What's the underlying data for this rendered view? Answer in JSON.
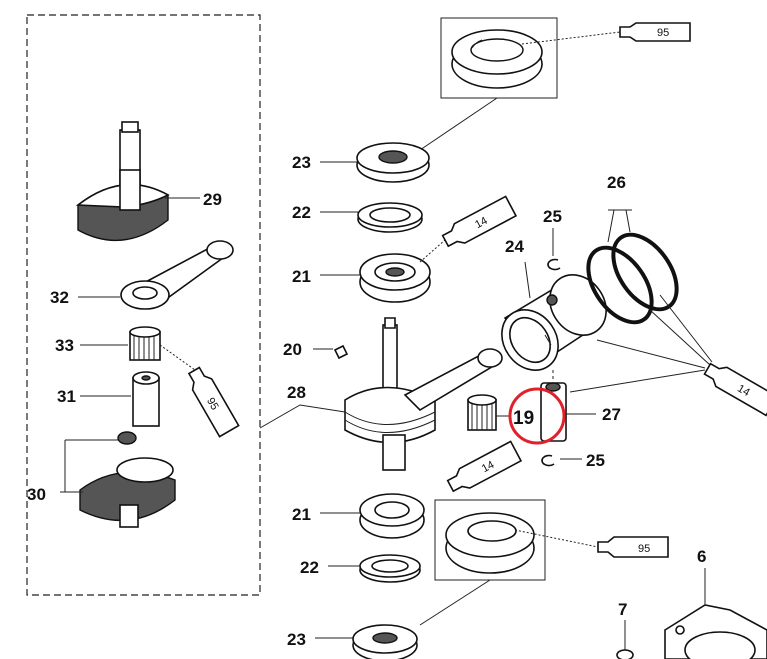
{
  "diagram": {
    "title_hidden": null,
    "highlight_color": "#e0202a",
    "callouts": {
      "seal_top_tube": "95",
      "oil_seal_upper": "23",
      "washer_upper": "22",
      "bearing_upper": "21",
      "grease_tube_upper": "14",
      "clip_upper": "25",
      "piston": "24",
      "piston_rings": "26",
      "crank_upper_alt": "29",
      "conrod_alt": "32",
      "needle_bearing_alt": "33",
      "key": "20",
      "crankshaft_assy": "28",
      "crank_pin_alt": "31",
      "grease_tube_left": "95",
      "crank_lower_alt": "30",
      "needle_bearing": "19",
      "piston_pin": "27",
      "clip_lower": "25",
      "grease_tube_lower": "14",
      "bearing_lower": "21",
      "seal_bottom_tube": "95",
      "washer_lower": "22",
      "oil_seal_lower": "23",
      "housing": "6",
      "bolt": "7",
      "grease_tube_right": "14"
    }
  }
}
